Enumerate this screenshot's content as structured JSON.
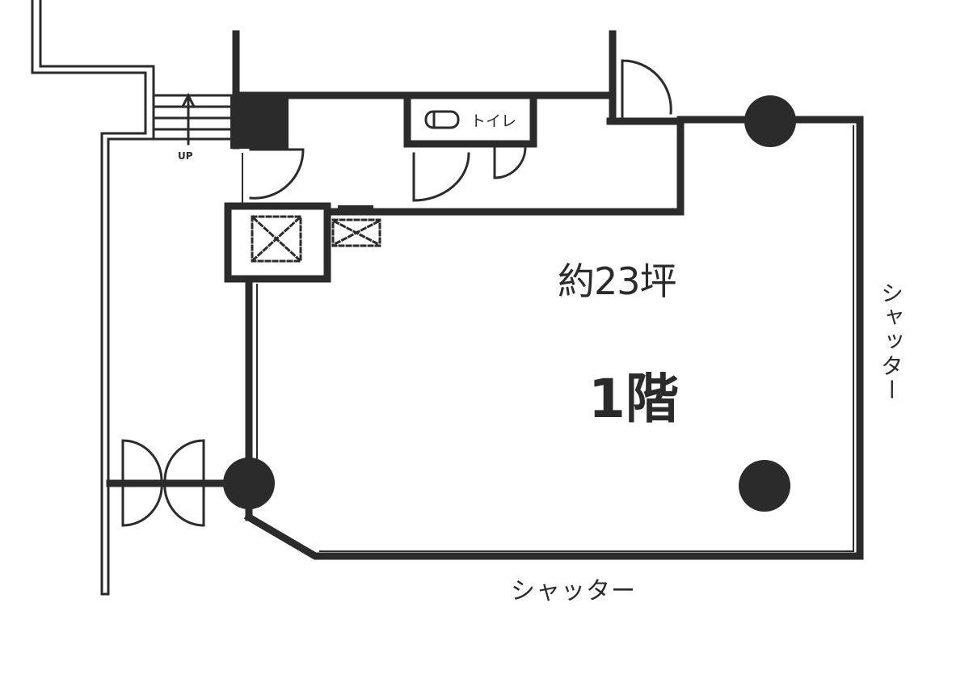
{
  "floor_plan": {
    "floor_label": "1階",
    "area_label": "約23坪",
    "toilet_label": "トイレ",
    "stairs_label": "UP",
    "shutter_bottom_label": "シャッター",
    "shutter_right_label": "シャッター"
  },
  "colors": {
    "wall": "#2b2b2b",
    "paper": "#ffffff"
  }
}
